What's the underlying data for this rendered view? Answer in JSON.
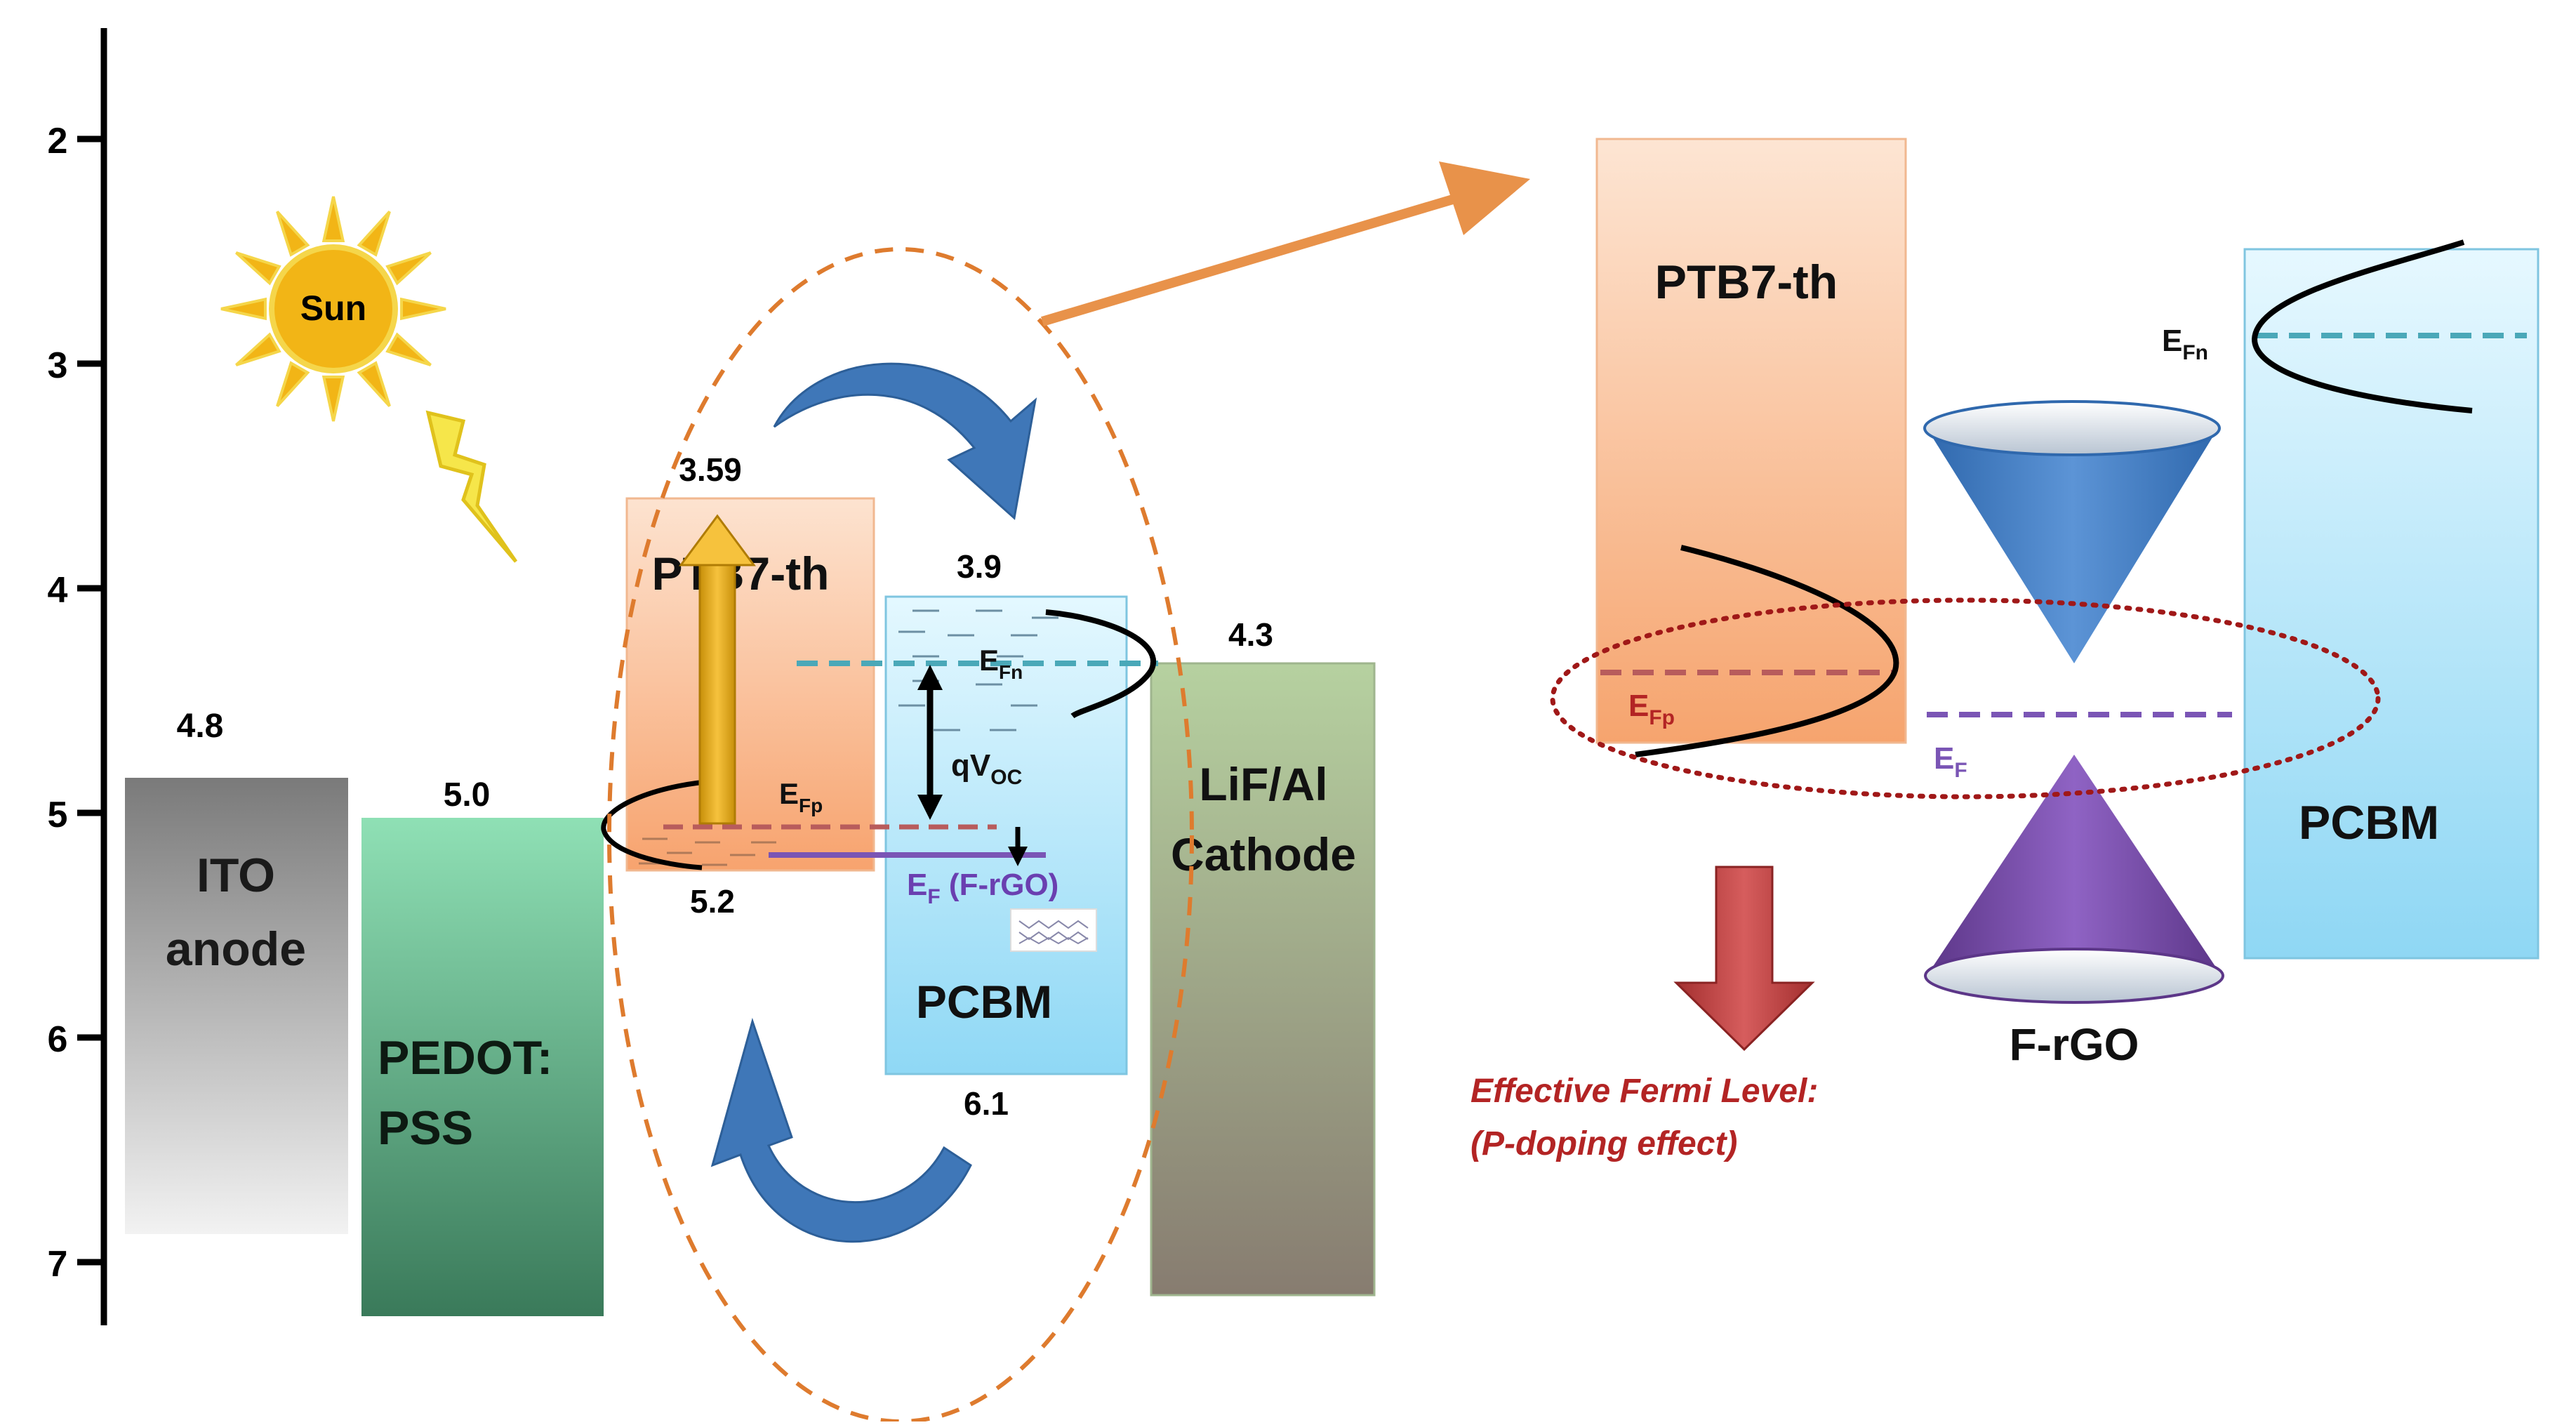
{
  "axis": {
    "ticks": [
      "2",
      "3",
      "4",
      "5",
      "6",
      "7"
    ],
    "tick_values": [
      2,
      3,
      4,
      5,
      6,
      7
    ]
  },
  "sun_label": "Sun",
  "layers": {
    "ito": {
      "line1": "ITO",
      "line2": "anode",
      "level": "4.8"
    },
    "pedot": {
      "line1": "PEDOT:",
      "line2": "PSS",
      "level": "5.0"
    },
    "ptb7": {
      "label": "PTB7-th",
      "lumo": "3.59",
      "homo": "5.2"
    },
    "pcbm": {
      "label": "PCBM",
      "lumo": "3.9",
      "homo": "6.1"
    },
    "cathode": {
      "line1": "LiF/Al",
      "line2": "Cathode",
      "level": "4.3"
    }
  },
  "fermi": {
    "efn": {
      "main": "E",
      "sub": "Fn"
    },
    "efp": {
      "main": "E",
      "sub": "Fp"
    },
    "ef_frgo": {
      "main": "E",
      "sub": "F",
      "rest": " (F-rGO)"
    },
    "qvoc": {
      "main": "qV",
      "sub": "OC"
    }
  },
  "zoom": {
    "ptb7_label": "PTB7-th",
    "pcbm_label": "PCBM",
    "frgo_label": "F-rGO",
    "efn": {
      "main": "E",
      "sub": "Fn"
    },
    "efp": {
      "main": "E",
      "sub": "Fp"
    },
    "ef": {
      "main": "E",
      "sub": "F"
    },
    "effect_line1": "Effective Fermi Level:",
    "effect_line2": "(P-doping effect)"
  },
  "colors": {
    "efn_line": "#4aa8b8",
    "efp_line": "#b85c5c",
    "ef_line": "#7a55b5",
    "arrow_orange": "#e8924a",
    "curved_arrow_blue": "#3f77b8",
    "effect_text": "#b32424"
  }
}
